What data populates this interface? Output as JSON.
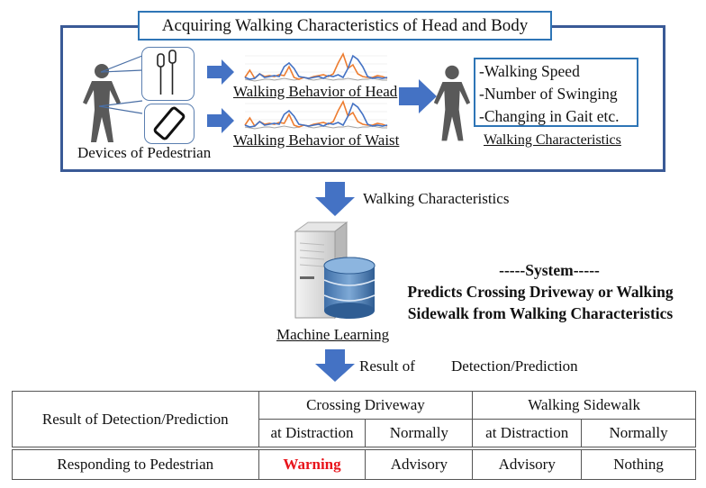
{
  "header": {
    "title": "Acquiring Walking Characteristics of Head and Body"
  },
  "devices": {
    "label": "Devices of Pedestrian",
    "head_device_icon": "earphones-icon",
    "waist_device_icon": "smartphone-icon"
  },
  "behaviors": {
    "head_label": "Walking Behavior of Head",
    "waist_label": "Walking Behavior of Waist",
    "series_colors": {
      "orange": "#ed7d31",
      "blue": "#4472c4",
      "gray": "#a5a5a5"
    }
  },
  "characteristics": {
    "items": [
      "-Walking Speed",
      "-Number of Swinging",
      "-Changing in Gait etc."
    ],
    "label": "Walking Characteristics"
  },
  "flow": {
    "arrow1_label": "Walking Characteristics",
    "ml_label": "Machine Learning",
    "arrow2_label_a": "Result of",
    "arrow2_label_b": "Detection/Prediction"
  },
  "system": {
    "heading": "-----System-----",
    "line1": "Predicts Crossing Driveway or Walking",
    "line2": "Sidewalk from Walking Characteristics"
  },
  "table": {
    "row_header": "Result of Detection/Prediction",
    "groups": [
      "Crossing Driveway",
      "Walking Sidewalk"
    ],
    "subheaders": [
      "at Distraction",
      "Normally",
      "at Distraction",
      "Normally"
    ],
    "response_label": "Responding to Pedestrian",
    "responses": [
      "Warning",
      "Advisory",
      "Advisory",
      "Nothing"
    ],
    "warning_color": "#e8141b"
  },
  "colors": {
    "frame": "#3a5a96",
    "accent_box": "#2e75b6",
    "arrow": "#4472c4",
    "figure": "#595959"
  }
}
